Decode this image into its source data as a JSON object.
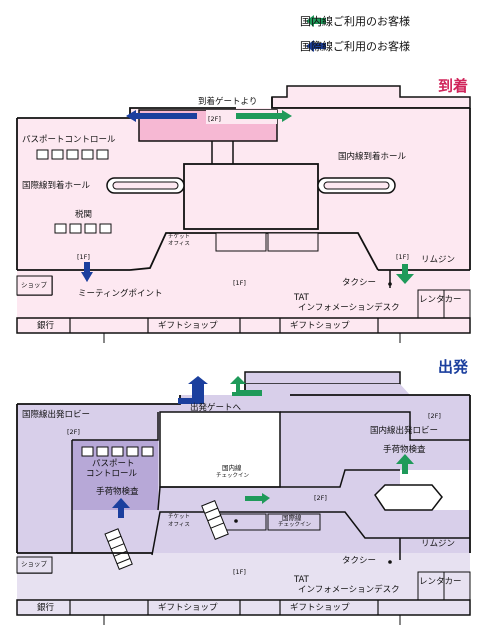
{
  "legend": {
    "domestic": {
      "label": "国内線ご利用のお客様",
      "color": "#1f9a5a"
    },
    "international": {
      "label": "国際線ご利用のお客様",
      "color": "#1b3f9e"
    }
  },
  "arrivals": {
    "heading": "到着",
    "heading_color": "#d0245a",
    "fill_color": "#fde8f1",
    "labels": {
      "arrival_gate": "到着ゲートより",
      "floor_2f": "[2F]",
      "passport_control": "パスポートコントロール",
      "domestic_arrival_hall": "国内線到着ホール",
      "intl_arrival_hall": "国際線到着ホール",
      "customs": "税関",
      "ticket_office_1": "チケット",
      "ticket_office_2": "オフィス",
      "floor_1f_left": "[1F]",
      "floor_1f_center": "[1F]",
      "floor_1f_right": "[1F]",
      "limousine": "リムジン",
      "shop": "ショップ",
      "meeting_point": "ミーティングポイント",
      "taxi": "タクシー",
      "tat": "TAT",
      "info_desk": "インフォメーションデスク",
      "rental_car": "レンタカー",
      "bank": "銀行",
      "gift_shop_1": "ギフトショップ",
      "gift_shop_2": "ギフトショップ"
    }
  },
  "departures": {
    "heading": "出発",
    "heading_color": "#1b3f9e",
    "fill_color": "#d8cfea",
    "labels": {
      "departure_gate": "出発ゲートへ",
      "intl_departure_lobby": "国際線出発ロビー",
      "floor_2f_left": "[2F]",
      "floor_2f_right": "[2F]",
      "floor_2f_center": "[2F]",
      "domestic_departure_lobby": "国内線出発ロビー",
      "baggage_check_right": "手荷物検査",
      "passport_control_1": "パスポート",
      "passport_control_2": "コントロール",
      "baggage_check_left": "手荷物検査",
      "domestic_checkin_1": "国内線",
      "domestic_checkin_2": "チェックイン",
      "intl_checkin_1": "国際線",
      "intl_checkin_2": "チェックイン",
      "ticket_office_1": "チケット",
      "ticket_office_2": "オフィス",
      "shop": "ショップ",
      "limousine": "リムジン",
      "taxi": "タクシー",
      "floor_1f": "[1F]",
      "tat": "TAT",
      "info_desk": "インフォメーションデスク",
      "rental_car": "レンタカー",
      "bank": "銀行",
      "gift_shop_1": "ギフトショップ",
      "gift_shop_2": "ギフトショップ"
    }
  }
}
